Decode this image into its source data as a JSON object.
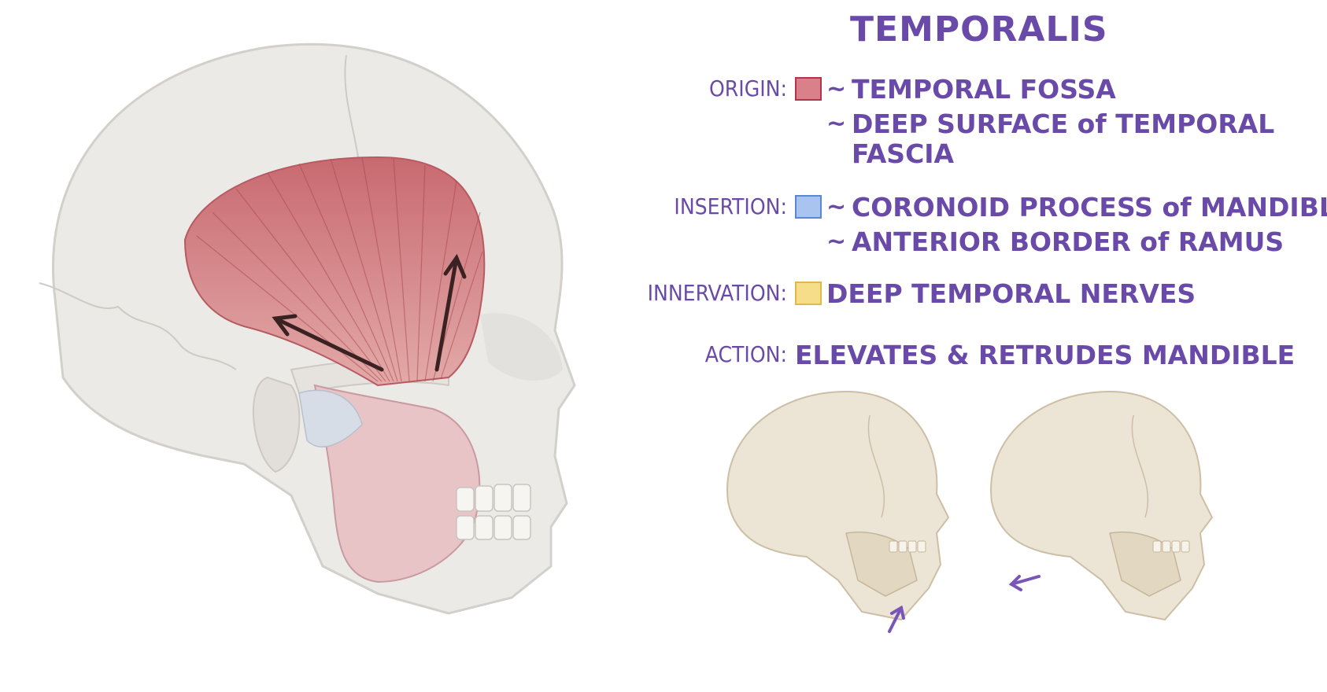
{
  "title": "TEMPORALIS",
  "origin": {
    "label": "ORIGIN:",
    "color": "#d9808a",
    "border": "#b3334a",
    "line1": "TEMPORAL FOSSA",
    "line2": "DEEP SURFACE of TEMPORAL",
    "line3": "FASCIA"
  },
  "insertion": {
    "label": "INSERTION:",
    "color": "#a9c4ef",
    "border": "#5b86d6",
    "line1": "CORONOID PROCESS of MANDIBLE",
    "line2": "ANTERIOR BORDER of RAMUS"
  },
  "innervation": {
    "label": "INNERVATION:",
    "color": "#f6dd8a",
    "border": "#e0b94a",
    "line1": "DEEP TEMPORAL NERVES"
  },
  "action": {
    "label": "ACTION:",
    "line1": "ELEVATES  & RETRUDES MANDIBLE"
  }
}
